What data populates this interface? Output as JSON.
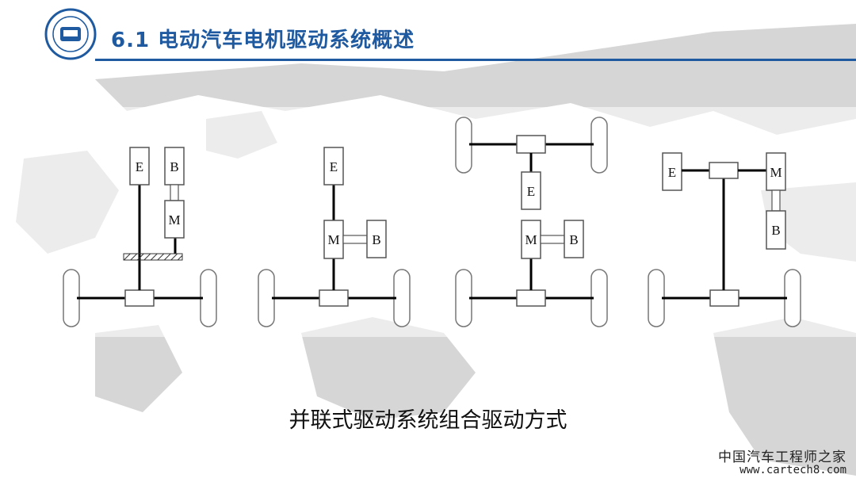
{
  "header": {
    "title": "6.1  电动汽车电机驱动系统概述"
  },
  "caption": "并联式驱动系统组合驱动方式",
  "watermark": {
    "name": "中国汽车工程师之家",
    "url": "www.cartech8.com"
  },
  "labels": {
    "engine": "E",
    "battery": "B",
    "motor": "M"
  },
  "colors": {
    "brand_blue": "#1f5aa0",
    "map_gray": "#d4d4d4"
  }
}
